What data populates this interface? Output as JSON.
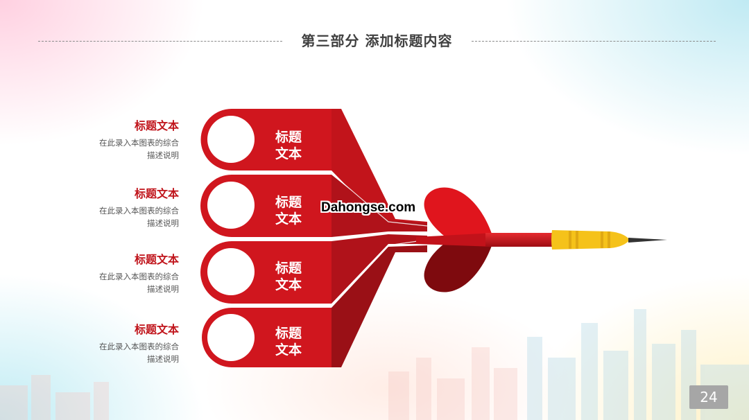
{
  "header": {
    "title": "第三部分   添加标题内容"
  },
  "items": [
    {
      "title": "标题文本",
      "desc_line1": "在此录入本图表的综合",
      "desc_line2": "描述说明",
      "tab_line1": "标题",
      "tab_line2": "文本"
    },
    {
      "title": "标题文本",
      "desc_line1": "在此录入本图表的综合",
      "desc_line2": "描述说明",
      "tab_line1": "标题",
      "tab_line2": "文本"
    },
    {
      "title": "标题文本",
      "desc_line1": "在此录入本图表的综合",
      "desc_line2": "描述说明",
      "tab_line1": "标题",
      "tab_line2": "文本"
    },
    {
      "title": "标题文本",
      "desc_line1": "在此录入本图表的综合",
      "desc_line2": "描述说明",
      "tab_line1": "标题",
      "tab_line2": "文本"
    }
  ],
  "watermark": "Dahongse.com",
  "page_number": "24",
  "colors": {
    "primary_red": "#d0161e",
    "dark_red": "#8c0a0f",
    "gold": "#f5c21a",
    "title_text": "#404040",
    "item_title": "#c0141b"
  }
}
